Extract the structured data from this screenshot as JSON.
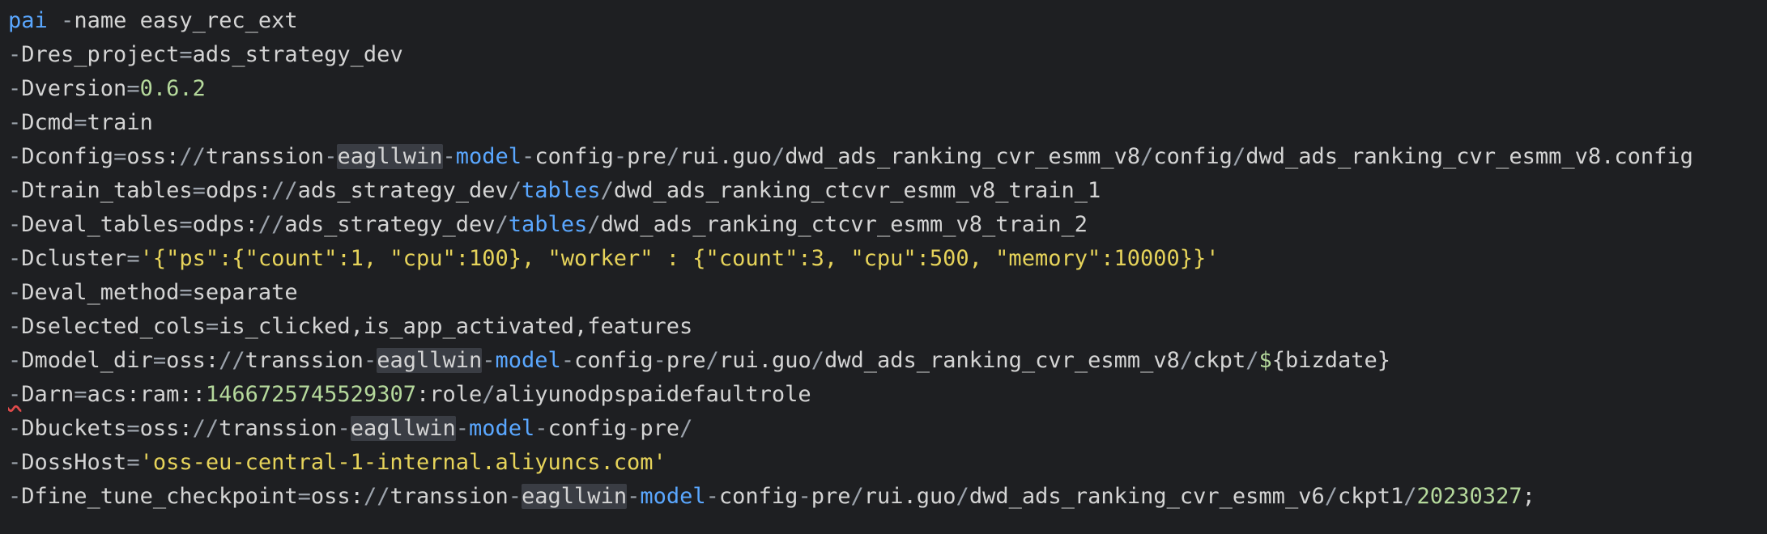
{
  "colors": {
    "background": "#1e1f22",
    "default_text": "#d4d4d4",
    "keyword": "#5aa7ff",
    "operator": "#9da4ad",
    "number": "#b5d99c",
    "string": "#e6d35a",
    "highlight": "#3a3d44",
    "error_squiggle": "#e04b4b"
  },
  "lines": [
    {
      "tokens": [
        {
          "t": "pai",
          "c": "keyword"
        },
        {
          "t": " ",
          "c": "default"
        },
        {
          "t": "-",
          "c": "op"
        },
        {
          "t": "name easy_rec_ext",
          "c": "default"
        }
      ]
    },
    {
      "tokens": [
        {
          "t": "-",
          "c": "op"
        },
        {
          "t": "Dres_project",
          "c": "default"
        },
        {
          "t": "=",
          "c": "op"
        },
        {
          "t": "ads_strategy_dev",
          "c": "default"
        }
      ]
    },
    {
      "tokens": [
        {
          "t": "-",
          "c": "op"
        },
        {
          "t": "Dversion",
          "c": "default"
        },
        {
          "t": "=",
          "c": "op"
        },
        {
          "t": "0.6.2",
          "c": "num"
        }
      ]
    },
    {
      "tokens": [
        {
          "t": "-",
          "c": "op"
        },
        {
          "t": "Dcmd",
          "c": "default"
        },
        {
          "t": "=",
          "c": "op"
        },
        {
          "t": "train",
          "c": "default"
        }
      ]
    },
    {
      "tokens": [
        {
          "t": "-",
          "c": "op"
        },
        {
          "t": "Dconfig",
          "c": "default"
        },
        {
          "t": "=",
          "c": "op"
        },
        {
          "t": "oss:",
          "c": "default"
        },
        {
          "t": "//",
          "c": "op"
        },
        {
          "t": "transsion",
          "c": "default"
        },
        {
          "t": "-",
          "c": "op"
        },
        {
          "t": "eagllwin",
          "c": "default",
          "hl": true
        },
        {
          "t": "-",
          "c": "op"
        },
        {
          "t": "model",
          "c": "blue"
        },
        {
          "t": "-",
          "c": "op"
        },
        {
          "t": "config",
          "c": "default"
        },
        {
          "t": "-",
          "c": "op"
        },
        {
          "t": "pre",
          "c": "default"
        },
        {
          "t": "/",
          "c": "op"
        },
        {
          "t": "rui.guo",
          "c": "default"
        },
        {
          "t": "/",
          "c": "op"
        },
        {
          "t": "dwd_ads_ranking_cvr_esmm_v8",
          "c": "default"
        },
        {
          "t": "/",
          "c": "op"
        },
        {
          "t": "config",
          "c": "default"
        },
        {
          "t": "/",
          "c": "op"
        },
        {
          "t": "dwd_ads_ranking_cvr_esmm_v8.config",
          "c": "default"
        }
      ]
    },
    {
      "tokens": [
        {
          "t": "-",
          "c": "op"
        },
        {
          "t": "Dtrain_tables",
          "c": "default"
        },
        {
          "t": "=",
          "c": "op"
        },
        {
          "t": "odps:",
          "c": "default"
        },
        {
          "t": "//",
          "c": "op"
        },
        {
          "t": "ads_strategy_dev",
          "c": "default"
        },
        {
          "t": "/",
          "c": "op"
        },
        {
          "t": "tables",
          "c": "blue"
        },
        {
          "t": "/",
          "c": "op"
        },
        {
          "t": "dwd_ads_ranking_ctcvr_esmm_v8_train_1",
          "c": "default"
        }
      ]
    },
    {
      "tokens": [
        {
          "t": "-",
          "c": "op"
        },
        {
          "t": "Deval_tables",
          "c": "default"
        },
        {
          "t": "=",
          "c": "op"
        },
        {
          "t": "odps:",
          "c": "default"
        },
        {
          "t": "//",
          "c": "op"
        },
        {
          "t": "ads_strategy_dev",
          "c": "default"
        },
        {
          "t": "/",
          "c": "op"
        },
        {
          "t": "tables",
          "c": "blue"
        },
        {
          "t": "/",
          "c": "op"
        },
        {
          "t": "dwd_ads_ranking_ctcvr_esmm_v8_train_2",
          "c": "default"
        }
      ]
    },
    {
      "tokens": [
        {
          "t": "-",
          "c": "op"
        },
        {
          "t": "Dcluster",
          "c": "default"
        },
        {
          "t": "=",
          "c": "op"
        },
        {
          "t": "'{\"ps\":{\"count\":1, \"cpu\":100}, \"worker\" : {\"count\":3, \"cpu\":500, \"memory\":10000}}'",
          "c": "string"
        }
      ]
    },
    {
      "tokens": [
        {
          "t": "-",
          "c": "op"
        },
        {
          "t": "Deval_method",
          "c": "default"
        },
        {
          "t": "=",
          "c": "op"
        },
        {
          "t": "separate",
          "c": "default"
        }
      ]
    },
    {
      "tokens": [
        {
          "t": "-",
          "c": "op"
        },
        {
          "t": "Dselected_cols",
          "c": "default"
        },
        {
          "t": "=",
          "c": "op"
        },
        {
          "t": "is_clicked,is_app_activated,features",
          "c": "default"
        }
      ]
    },
    {
      "tokens": [
        {
          "t": "-",
          "c": "op"
        },
        {
          "t": "Dmodel_dir",
          "c": "default"
        },
        {
          "t": "=",
          "c": "op"
        },
        {
          "t": "oss:",
          "c": "default"
        },
        {
          "t": "//",
          "c": "op"
        },
        {
          "t": "transsion",
          "c": "default"
        },
        {
          "t": "-",
          "c": "op"
        },
        {
          "t": "eagllwin",
          "c": "default",
          "hl": true
        },
        {
          "t": "-",
          "c": "op"
        },
        {
          "t": "model",
          "c": "blue"
        },
        {
          "t": "-",
          "c": "op"
        },
        {
          "t": "config",
          "c": "default"
        },
        {
          "t": "-",
          "c": "op"
        },
        {
          "t": "pre",
          "c": "default"
        },
        {
          "t": "/",
          "c": "op"
        },
        {
          "t": "rui.guo",
          "c": "default"
        },
        {
          "t": "/",
          "c": "op"
        },
        {
          "t": "dwd_ads_ranking_cvr_esmm_v8",
          "c": "default"
        },
        {
          "t": "/",
          "c": "op"
        },
        {
          "t": "ckpt",
          "c": "default"
        },
        {
          "t": "/",
          "c": "op"
        },
        {
          "t": "$",
          "c": "num"
        },
        {
          "t": "{bizdate}",
          "c": "default"
        }
      ]
    },
    {
      "tokens": [
        {
          "t": "-",
          "c": "op",
          "squiggle": true
        },
        {
          "t": "Darn",
          "c": "default"
        },
        {
          "t": "=",
          "c": "op"
        },
        {
          "t": "acs:ram::",
          "c": "default"
        },
        {
          "t": "1466725745529307",
          "c": "num"
        },
        {
          "t": ":role",
          "c": "default"
        },
        {
          "t": "/",
          "c": "op"
        },
        {
          "t": "aliyunodpspaidefaultrole",
          "c": "default"
        }
      ]
    },
    {
      "tokens": [
        {
          "t": "-",
          "c": "op"
        },
        {
          "t": "Dbuckets",
          "c": "default"
        },
        {
          "t": "=",
          "c": "op"
        },
        {
          "t": "oss:",
          "c": "default"
        },
        {
          "t": "//",
          "c": "op"
        },
        {
          "t": "transsion",
          "c": "default"
        },
        {
          "t": "-",
          "c": "op"
        },
        {
          "t": "eagllwin",
          "c": "default",
          "hl": true
        },
        {
          "t": "-",
          "c": "op"
        },
        {
          "t": "model",
          "c": "blue"
        },
        {
          "t": "-",
          "c": "op"
        },
        {
          "t": "config",
          "c": "default"
        },
        {
          "t": "-",
          "c": "op"
        },
        {
          "t": "pre",
          "c": "default"
        },
        {
          "t": "/",
          "c": "op"
        }
      ]
    },
    {
      "tokens": [
        {
          "t": "-",
          "c": "op"
        },
        {
          "t": "DossHost",
          "c": "default"
        },
        {
          "t": "=",
          "c": "op"
        },
        {
          "t": "'oss-eu-central-1-internal.aliyuncs.com'",
          "c": "string"
        }
      ]
    },
    {
      "tokens": [
        {
          "t": "-",
          "c": "op"
        },
        {
          "t": "Dfine_tune_checkpoint",
          "c": "default"
        },
        {
          "t": "=",
          "c": "op"
        },
        {
          "t": "oss:",
          "c": "default"
        },
        {
          "t": "//",
          "c": "op"
        },
        {
          "t": "transsion",
          "c": "default"
        },
        {
          "t": "-",
          "c": "op"
        },
        {
          "t": "eagllwin",
          "c": "default",
          "hl": true
        },
        {
          "t": "-",
          "c": "op"
        },
        {
          "t": "model",
          "c": "blue"
        },
        {
          "t": "-",
          "c": "op"
        },
        {
          "t": "config",
          "c": "default"
        },
        {
          "t": "-",
          "c": "op"
        },
        {
          "t": "pre",
          "c": "default"
        },
        {
          "t": "/",
          "c": "op"
        },
        {
          "t": "rui.guo",
          "c": "default"
        },
        {
          "t": "/",
          "c": "op"
        },
        {
          "t": "dwd_ads_ranking_cvr_esmm_v6",
          "c": "default"
        },
        {
          "t": "/",
          "c": "op"
        },
        {
          "t": "ckpt1",
          "c": "default"
        },
        {
          "t": "/",
          "c": "op"
        },
        {
          "t": "20230327",
          "c": "num"
        },
        {
          "t": ";",
          "c": "default"
        }
      ]
    }
  ]
}
